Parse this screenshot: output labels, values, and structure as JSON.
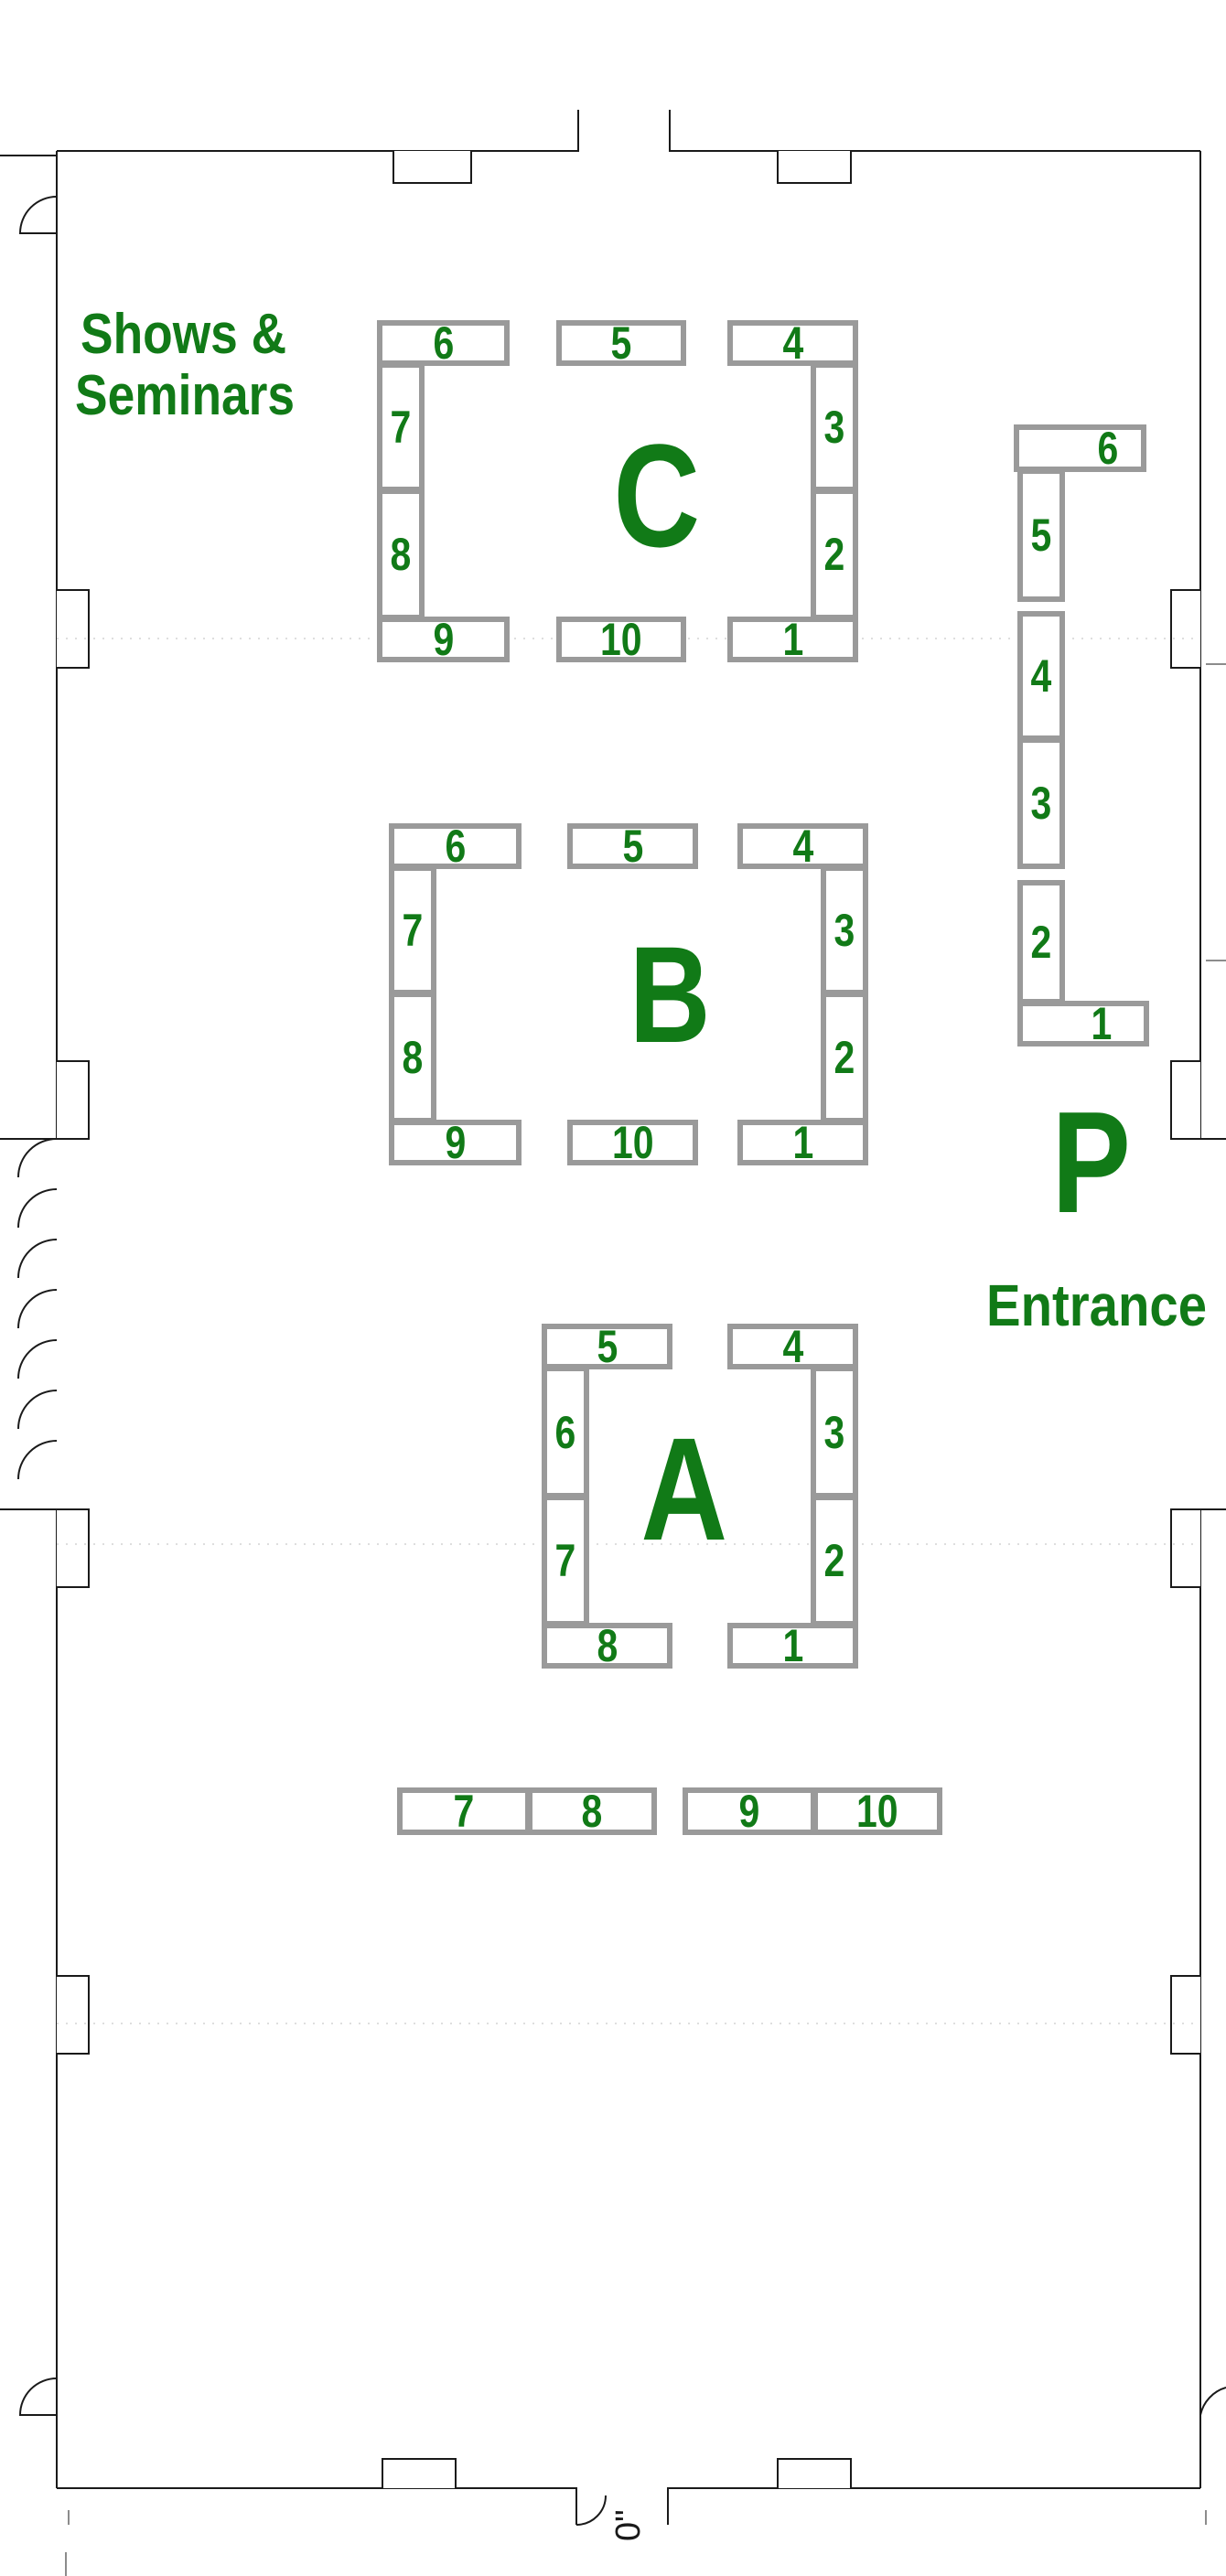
{
  "labels": {
    "shows_seminars_line1": "Shows &",
    "shows_seminars_line2": "Seminars",
    "entrance": "Entrance",
    "scale_mark": "0\""
  },
  "sections": [
    {
      "id": "C",
      "name": "C",
      "booths": [
        "6",
        "5",
        "4",
        "7",
        "3",
        "8",
        "2",
        "9",
        "10",
        "1"
      ]
    },
    {
      "id": "B",
      "name": "B",
      "booths": [
        "6",
        "5",
        "4",
        "7",
        "3",
        "8",
        "2",
        "9",
        "10",
        "1"
      ]
    },
    {
      "id": "A",
      "name": "A",
      "booths": [
        "5",
        "4",
        "6",
        "3",
        "7",
        "2",
        "8",
        "1"
      ]
    },
    {
      "id": "P",
      "name": "P",
      "booths": [
        "6",
        "5",
        "4",
        "3",
        "2",
        "1"
      ]
    },
    {
      "id": "row",
      "name": "",
      "booths": [
        "7",
        "8",
        "9",
        "10"
      ]
    }
  ],
  "colors": {
    "label_green": "#117a17",
    "booth_outline": "#9a9a9a",
    "wall_line": "#1a1a1a"
  }
}
